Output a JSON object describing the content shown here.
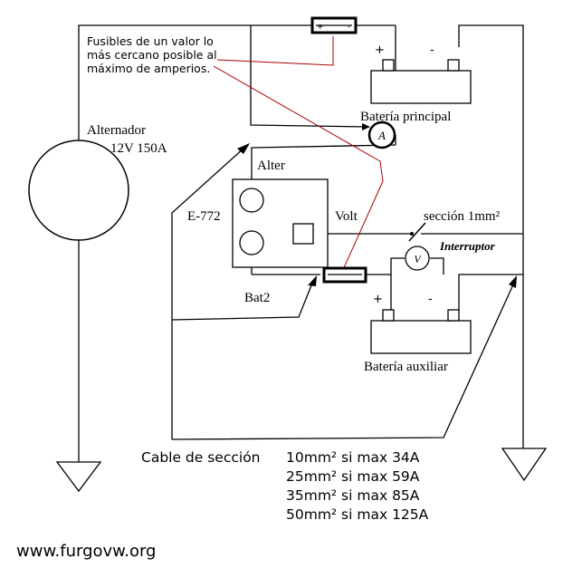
{
  "labels": {
    "fuse_note_1": "Fusibles de un valor lo",
    "fuse_note_2": "más cercano posible al",
    "fuse_note_3": "máximo de amperios.",
    "alternator_name": "Alternador",
    "alternator_rating": "12V 150A",
    "main_battery": "Batería principal",
    "aux_battery": "Batería auxiliar",
    "alter_terminal": "Alter",
    "relay_model": "E-772",
    "volt_terminal": "Volt",
    "bat2_terminal": "Bat2",
    "section_note": "sección 1mm²",
    "switch_label": "Interruptor",
    "ammeter_symbol": "A",
    "voltmeter_symbol": "V",
    "plus": "+",
    "minus": "-",
    "fuse_plus": "+",
    "fuse_minus": "-",
    "cable_title": "Cable de sección",
    "website": "www.furgovw.org"
  },
  "cable_sizes": [
    "10mm² si max 34A",
    "25mm² si max 59A",
    "35mm² si max 85A",
    "50mm² si max 125A"
  ]
}
